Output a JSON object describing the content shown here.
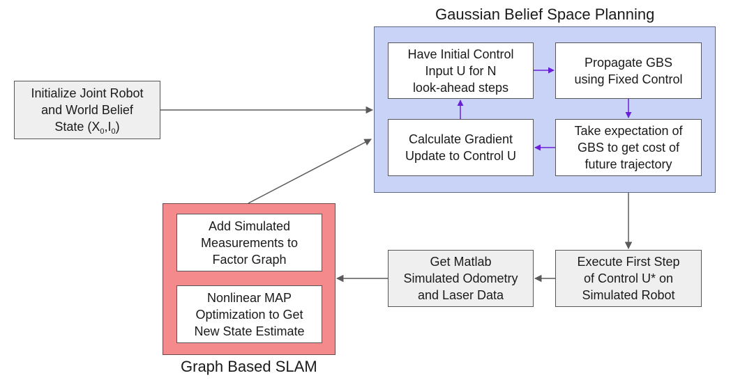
{
  "groups": {
    "gbs_title": "Gaussian Belief Space Planning",
    "slam_title": "Graph Based SLAM"
  },
  "nodes": {
    "initialize": {
      "line1": "Initialize Joint Robot",
      "line2": "and World Belief",
      "line3_prefix": "State (X",
      "sub_x": "0",
      "comma": ",I",
      "sub_i": "0",
      "suffix": ")"
    },
    "initial_control": "Have Initial Control\nInput U for N\nlook-ahead steps",
    "propagate": "Propagate GBS\nusing Fixed Control",
    "gradient": "Calculate Gradient\nUpdate to Control U",
    "expectation": "Take expectation of\nGBS to get cost of\nfuture trajectory",
    "execute": "Execute First Step\nof Control U* on\nSimulated Robot",
    "matlab": "Get Matlab\nSimulated Odometry\nand Laser Data",
    "add_measurements": "Add Simulated\nMeasurements to\nFactor Graph",
    "nonlinear": "Nonlinear MAP\nOptimization to Get\nNew State Estimate"
  },
  "colors": {
    "gbs_fill": "#c9d3f7",
    "slam_fill": "#f48a8c",
    "inner_arrow": "#6a1fd6",
    "outer_arrow": "#5a5a5a"
  }
}
